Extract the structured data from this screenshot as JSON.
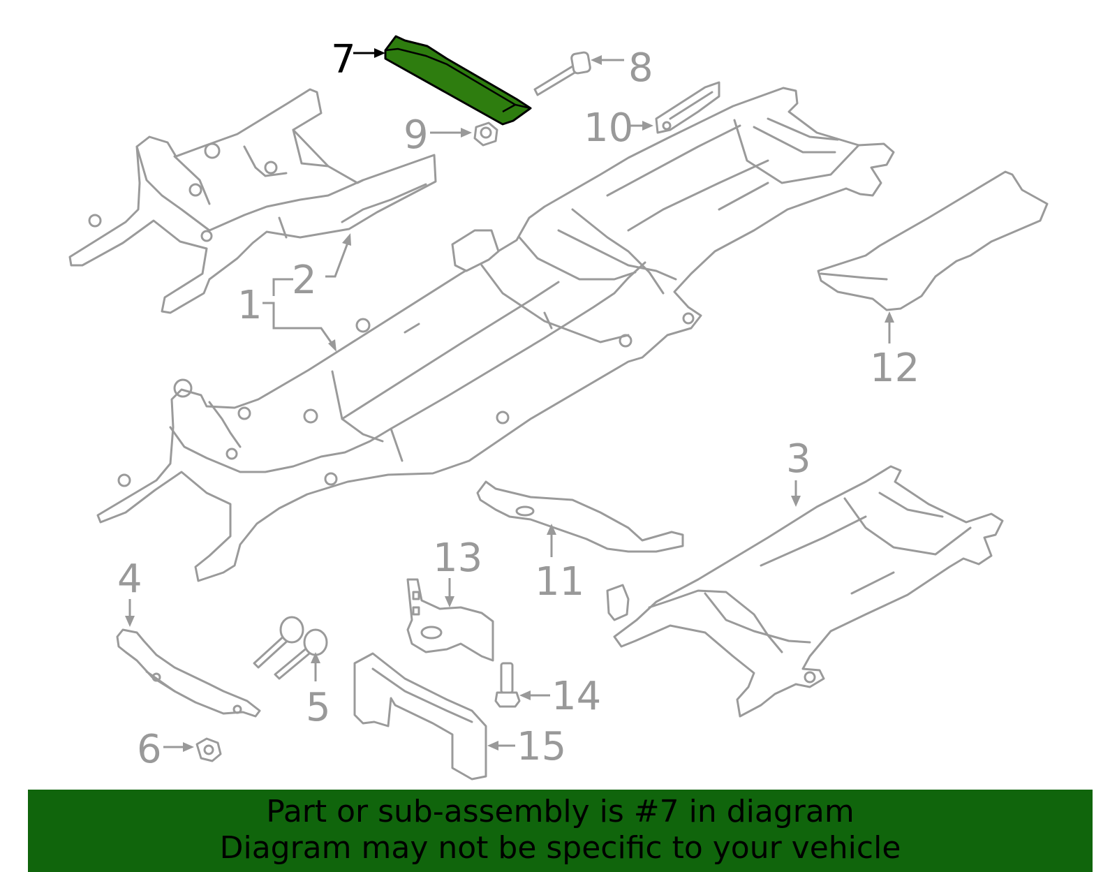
{
  "diagram": {
    "callouts": [
      {
        "id": "1",
        "label": "1",
        "active": false
      },
      {
        "id": "2",
        "label": "2",
        "active": false
      },
      {
        "id": "3",
        "label": "3",
        "active": false
      },
      {
        "id": "4",
        "label": "4",
        "active": false
      },
      {
        "id": "5",
        "label": "5",
        "active": false
      },
      {
        "id": "6",
        "label": "6",
        "active": false
      },
      {
        "id": "7",
        "label": "7",
        "active": true
      },
      {
        "id": "8",
        "label": "8",
        "active": false
      },
      {
        "id": "9",
        "label": "9",
        "active": false
      },
      {
        "id": "10",
        "label": "10",
        "active": false
      },
      {
        "id": "11",
        "label": "11",
        "active": false
      },
      {
        "id": "12",
        "label": "12",
        "active": false
      },
      {
        "id": "13",
        "label": "13",
        "active": false
      },
      {
        "id": "14",
        "label": "14",
        "active": false
      },
      {
        "id": "15",
        "label": "15",
        "active": false
      }
    ],
    "colors": {
      "highlight_part": "#2e7d0f",
      "banner": "#10650c",
      "line_art": "#9a9a9a",
      "active_label": "#000000"
    }
  },
  "banner": {
    "line1": "Part or sub-assembly is #7 in diagram",
    "line2": "Diagram may not be specific to your vehicle"
  }
}
